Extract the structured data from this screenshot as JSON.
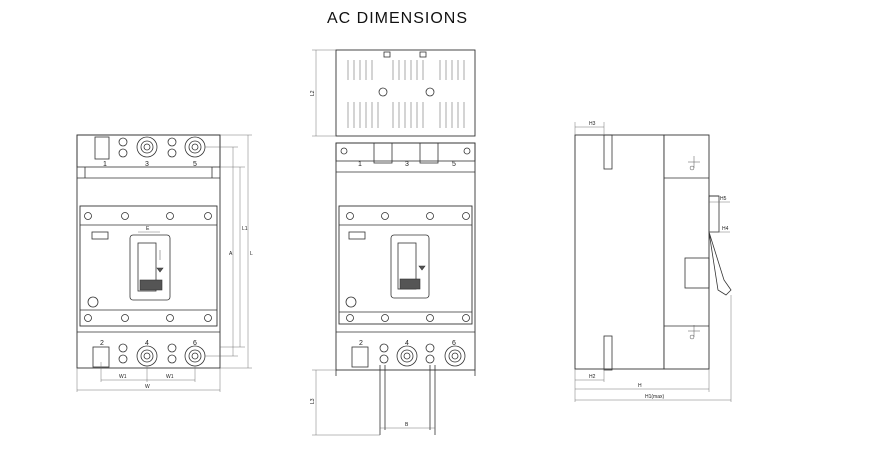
{
  "title": "AC DIMENSIONS",
  "front_view": {
    "terminals_top": [
      "1",
      "3",
      "5"
    ],
    "terminals_bottom": [
      "2",
      "4",
      "6"
    ],
    "dims": {
      "e": "E",
      "a": "A",
      "l1": "L1",
      "l": "L",
      "w1_left": "W1",
      "w1_right": "W1",
      "w": "W"
    }
  },
  "mid_view": {
    "terminals_top": [
      "1",
      "3",
      "5"
    ],
    "terminals_bottom": [
      "2",
      "4",
      "6"
    ],
    "dims": {
      "l2": "L2",
      "l3": "L3",
      "b": "B"
    }
  },
  "side_view": {
    "dims": {
      "h3": "H3",
      "h5": "H5",
      "h4": "H4",
      "h2": "H2",
      "h": "H",
      "h1": "H1(max)"
    }
  }
}
